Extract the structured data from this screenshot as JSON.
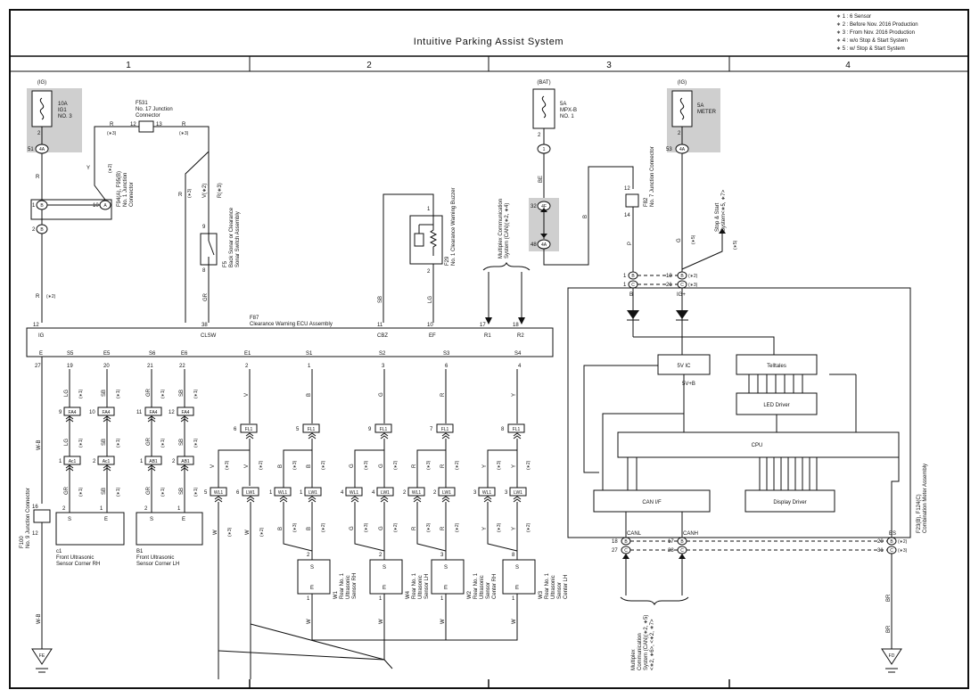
{
  "title": "Intuitive Parking Assist System",
  "notes": [
    "∗ 1 : 6 Sensor",
    "∗ 2 : Before Nov. 2016 Production",
    "∗ 3 : From Nov. 2016 Production",
    "∗ 4 : w/o Stop & Start System",
    "∗ 5 : w/ Stop & Start System"
  ],
  "zones": [
    "1",
    "2",
    "3",
    "4"
  ],
  "fuses": [
    {
      "supply": "(IG)",
      "rating": "10A",
      "name1": "IG1",
      "name2": "NO. 3",
      "pin": "2",
      "conn_pin": "51",
      "conn": "4A"
    },
    {
      "supply": "(BAT)",
      "rating": "5A",
      "name1": "MPX-B",
      "name2": "NO. 1",
      "pin": "2",
      "conn_pin": "",
      "conn": "1"
    },
    {
      "supply": "(IG)",
      "rating": "5A",
      "name1": "METER",
      "name2": "",
      "pin": "2",
      "conn_pin": "53",
      "conn": "4A"
    }
  ],
  "junction_f531": {
    "id": "F531",
    "name1": "No. 17 Junction",
    "name2": "Connector",
    "pin_a": "12",
    "pin_b": "13",
    "wire_a": "R",
    "wire_b": "R",
    "note_a": "(∗3)",
    "note_b": "(∗3)"
  },
  "junction_f94": {
    "id": "F94(A), F95(B)",
    "name1": "No. 1 Junction",
    "name2": "Connector",
    "pin_1": "1",
    "pin_2": "2",
    "pin_10": "10",
    "conn_a": "A",
    "conn_b": "B",
    "wire_y": "Y",
    "note_y": "(∗2)"
  },
  "switch_f5": {
    "id": "F5",
    "name1": "Back Sonar or Clearance",
    "name2": "Sonar Switch Assembly",
    "pin_top": "9",
    "pin_bot": "8",
    "wire_top": "V(∗2)",
    "wire_top2": "R(∗3)",
    "wire_bot": "GR"
  },
  "buzzer_f29": {
    "id": "F29",
    "name1": "No. 1 Clearance Warning Buzzer",
    "pin_1": "1",
    "pin_2": "2",
    "wire_in": "SB",
    "wire_out": "LG"
  },
  "f82": {
    "id": "F82",
    "name1": "No. 7 Junction Connector",
    "pin_12": "12",
    "pin_14": "14",
    "wire": "B",
    "wire_p": "P"
  },
  "multiplex_top": {
    "line1": "Multiplex Communication",
    "line2": "System (CAN)(∗2, ∗4)"
  },
  "multiplex_bot": {
    "line1": "Multiplex",
    "line2": "Communication",
    "line3": "System (CAN)(∗2, ∗5)",
    "line4": "<∗2, ∗6>, <∗2, ∗7>"
  },
  "stop_start": {
    "line1": "Stop & Start",
    "line2": "System<∗5, ∗7>",
    "note": "(∗5)"
  },
  "ecu": {
    "id": "F87",
    "name": "Clearance Warning ECU Assembly",
    "top_pins": [
      {
        "pin": "12",
        "label": "IG"
      },
      {
        "pin": "38",
        "label": "CLSW"
      },
      {
        "pin": "11",
        "label": "CBZ"
      },
      {
        "pin": "10",
        "label": "EF"
      },
      {
        "pin": "17",
        "label": "R1"
      },
      {
        "pin": "18",
        "label": "R2"
      }
    ],
    "bottom_pins": [
      {
        "pin": "27",
        "label": "E"
      },
      {
        "pin": "19",
        "label": "S5"
      },
      {
        "pin": "20",
        "label": "E5"
      },
      {
        "pin": "21",
        "label": "S6"
      },
      {
        "pin": "22",
        "label": "E6"
      },
      {
        "pin": "2",
        "label": "E1"
      },
      {
        "pin": "1",
        "label": "S1"
      },
      {
        "pin": "3",
        "label": "S2"
      },
      {
        "pin": "6",
        "label": "S3"
      },
      {
        "pin": "4",
        "label": "S4"
      }
    ]
  },
  "meter": {
    "id": "F23(B), F124(C)",
    "name": "Combination Meter Assembly",
    "blocks": [
      "5V IC",
      "Telltales",
      "LED Driver",
      "CPU",
      "CAN I/F",
      "Display Driver"
    ],
    "vcc_label": "5V+B",
    "pins_top": [
      {
        "pin": "1",
        "conn": "B",
        "note": ""
      },
      {
        "pin": "1",
        "conn": "C",
        "note": ""
      },
      {
        "pin": "13",
        "conn": "B",
        "note": "(∗2)"
      },
      {
        "pin": "21",
        "conn": "C",
        "note": "(∗3)"
      }
    ],
    "pin_labels": [
      "B",
      "IG+",
      "CANL",
      "CANH",
      "ES"
    ],
    "pins_bot": [
      {
        "pin": "18",
        "conn": "B",
        "note": ""
      },
      {
        "pin": "27",
        "conn": "C",
        "note": ""
      },
      {
        "pin": "17",
        "conn": "B",
        "note": ""
      },
      {
        "pin": "28",
        "conn": "C",
        "note": ""
      },
      {
        "pin": "20",
        "conn": "B",
        "note": "(∗2)"
      },
      {
        "pin": "31",
        "conn": "C",
        "note": "(∗3)"
      }
    ]
  },
  "sensors": [
    {
      "id": "c1",
      "name1": "Front Ultrasonic",
      "name2": "Sensor Corner RH"
    },
    {
      "id": "B1",
      "name1": "Front Ultrasonic",
      "name2": "Sensor Corner LH"
    },
    {
      "id": "W1",
      "name1": "Rear No. 1",
      "name2": "Ultrasonic",
      "name3": "Sensor RH"
    },
    {
      "id": "W4",
      "name1": "Rear No. 1",
      "name2": "Ultrasonic",
      "name3": "Sensor LH"
    },
    {
      "id": "W2",
      "name1": "Rear No. 1",
      "name2": "Ultrasonic",
      "name3": "Sensor",
      "name4": "Center RH"
    },
    {
      "id": "W3",
      "name1": "Rear No. 1",
      "name2": "Ultrasonic",
      "name3": "Sensor",
      "name4": "Center LH"
    }
  ],
  "f100": {
    "id": "F100",
    "name1": "No. 9 Junction Connector",
    "pin_a": "16",
    "pin_b": "12"
  },
  "grounds": [
    {
      "label": "FE",
      "wire": "W-B"
    },
    {
      "label": "FD",
      "wire": "BR"
    }
  ],
  "connectors": [
    "FA4",
    "Ac1",
    "AB1",
    "FL1",
    "WL1",
    "LW1"
  ],
  "wire_colors": [
    "R",
    "Y",
    "V",
    "GR",
    "SB",
    "LG",
    "BE",
    "P",
    "G",
    "B",
    "W-B",
    "BR",
    "W"
  ],
  "sensor_pins": {
    "s": "S",
    "e": "E",
    "p1": "1",
    "p2": "2",
    "p3": "3",
    "p8": "8"
  },
  "note_marks": [
    "(∗1)",
    "(∗2)",
    "(∗3)"
  ]
}
